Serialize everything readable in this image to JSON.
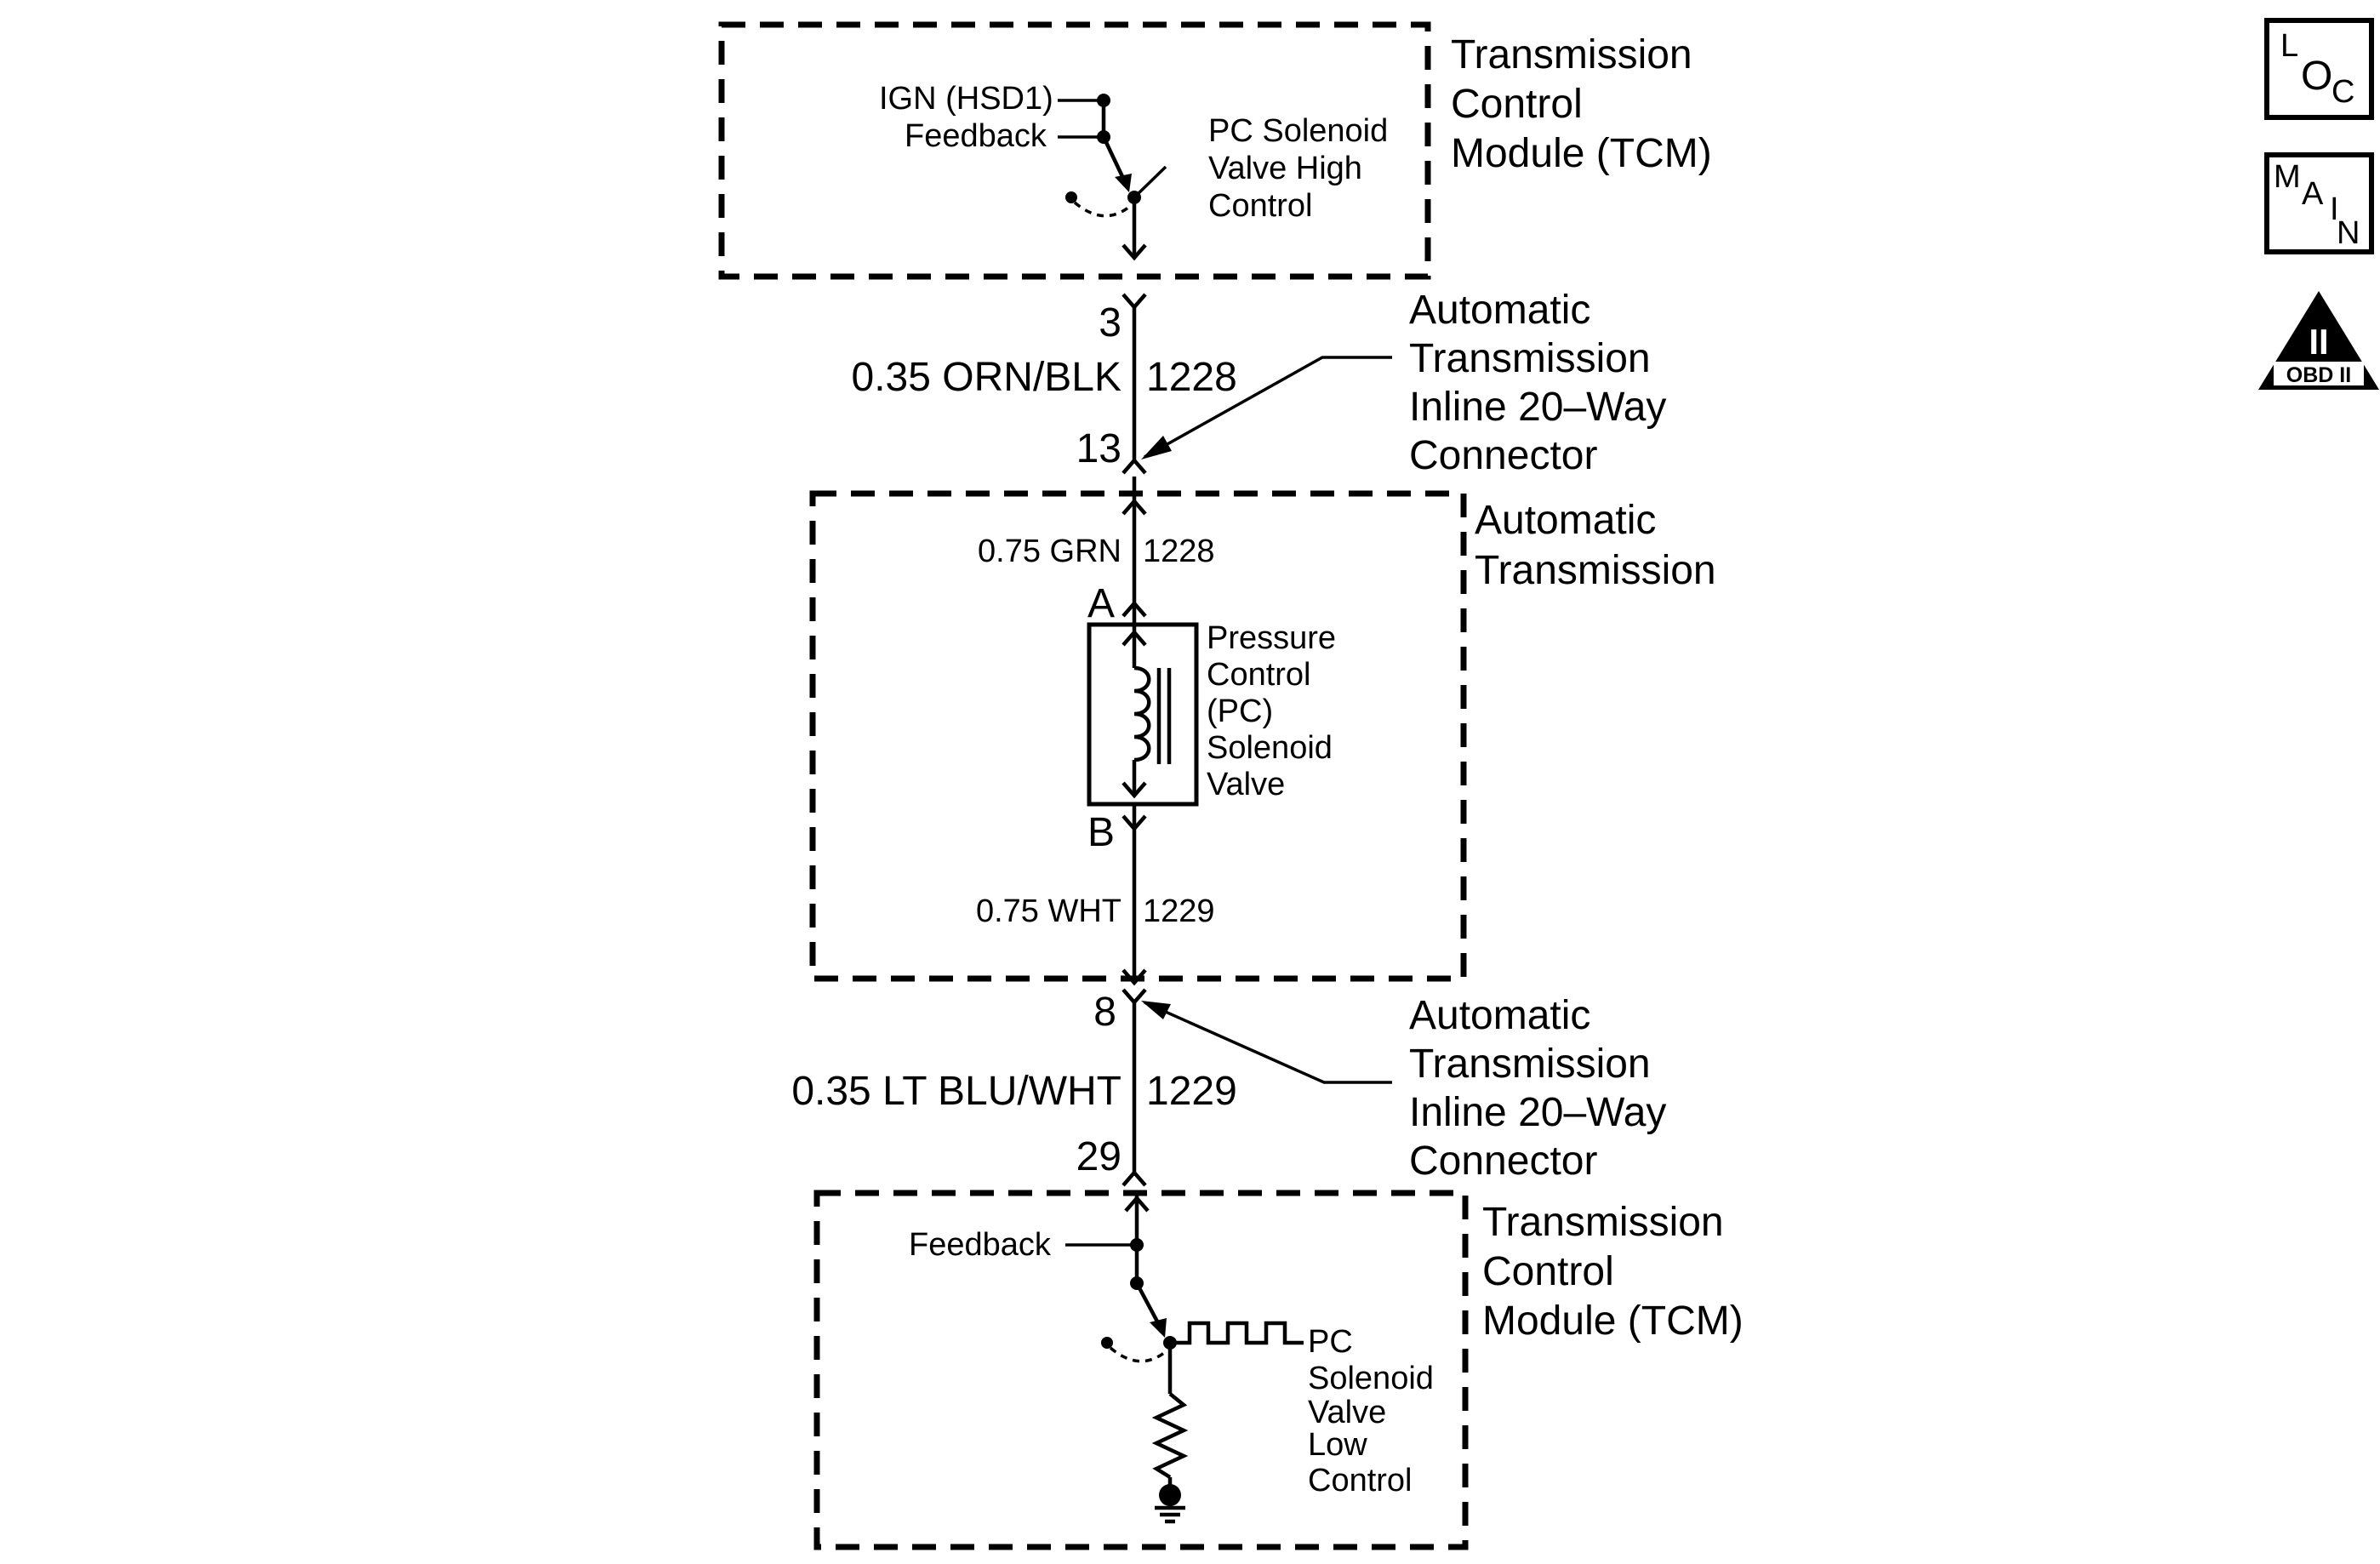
{
  "tcm_top": {
    "name": [
      "Transmission",
      "Control",
      "Module (TCM)"
    ],
    "ign_label": "IGN (HSD1)",
    "feedback_label": "Feedback",
    "switch_label": [
      "PC Solenoid",
      "Valve High",
      "Control"
    ]
  },
  "harness_upper": {
    "pin_top": "3",
    "wire_color": "0.35 ORN/BLK",
    "circuit": "1228",
    "pin_bottom": "13",
    "connector_label": [
      "Automatic",
      "Transmission",
      "Inline 20–Way",
      "Connector"
    ]
  },
  "transmission": {
    "name": [
      "Automatic",
      "Transmission"
    ],
    "wire_top_color": "0.75 GRN",
    "wire_top_circuit": "1228",
    "pin_a": "A",
    "pin_b": "B",
    "solenoid_label": [
      "Pressure",
      "Control",
      "(PC)",
      "Solenoid",
      "Valve"
    ],
    "wire_bottom_color": "0.75 WHT",
    "wire_bottom_circuit": "1229"
  },
  "harness_lower": {
    "pin_top": "8",
    "wire_color": "0.35 LT BLU/WHT",
    "circuit": "1229",
    "pin_bottom": "29",
    "connector_label": [
      "Automatic",
      "Transmission",
      "Inline 20–Way",
      "Connector"
    ]
  },
  "tcm_bottom": {
    "name": [
      "Transmission",
      "Control",
      "Module (TCM)"
    ],
    "feedback_label": "Feedback",
    "switch_label": [
      "PC",
      "Solenoid",
      "Valve",
      "Low",
      "Control"
    ]
  },
  "nav": {
    "loc": [
      "L",
      "O",
      "C"
    ],
    "main": [
      "M",
      "A",
      "I",
      "N"
    ],
    "obd_numeral": "II",
    "obd_text": "OBD II"
  }
}
